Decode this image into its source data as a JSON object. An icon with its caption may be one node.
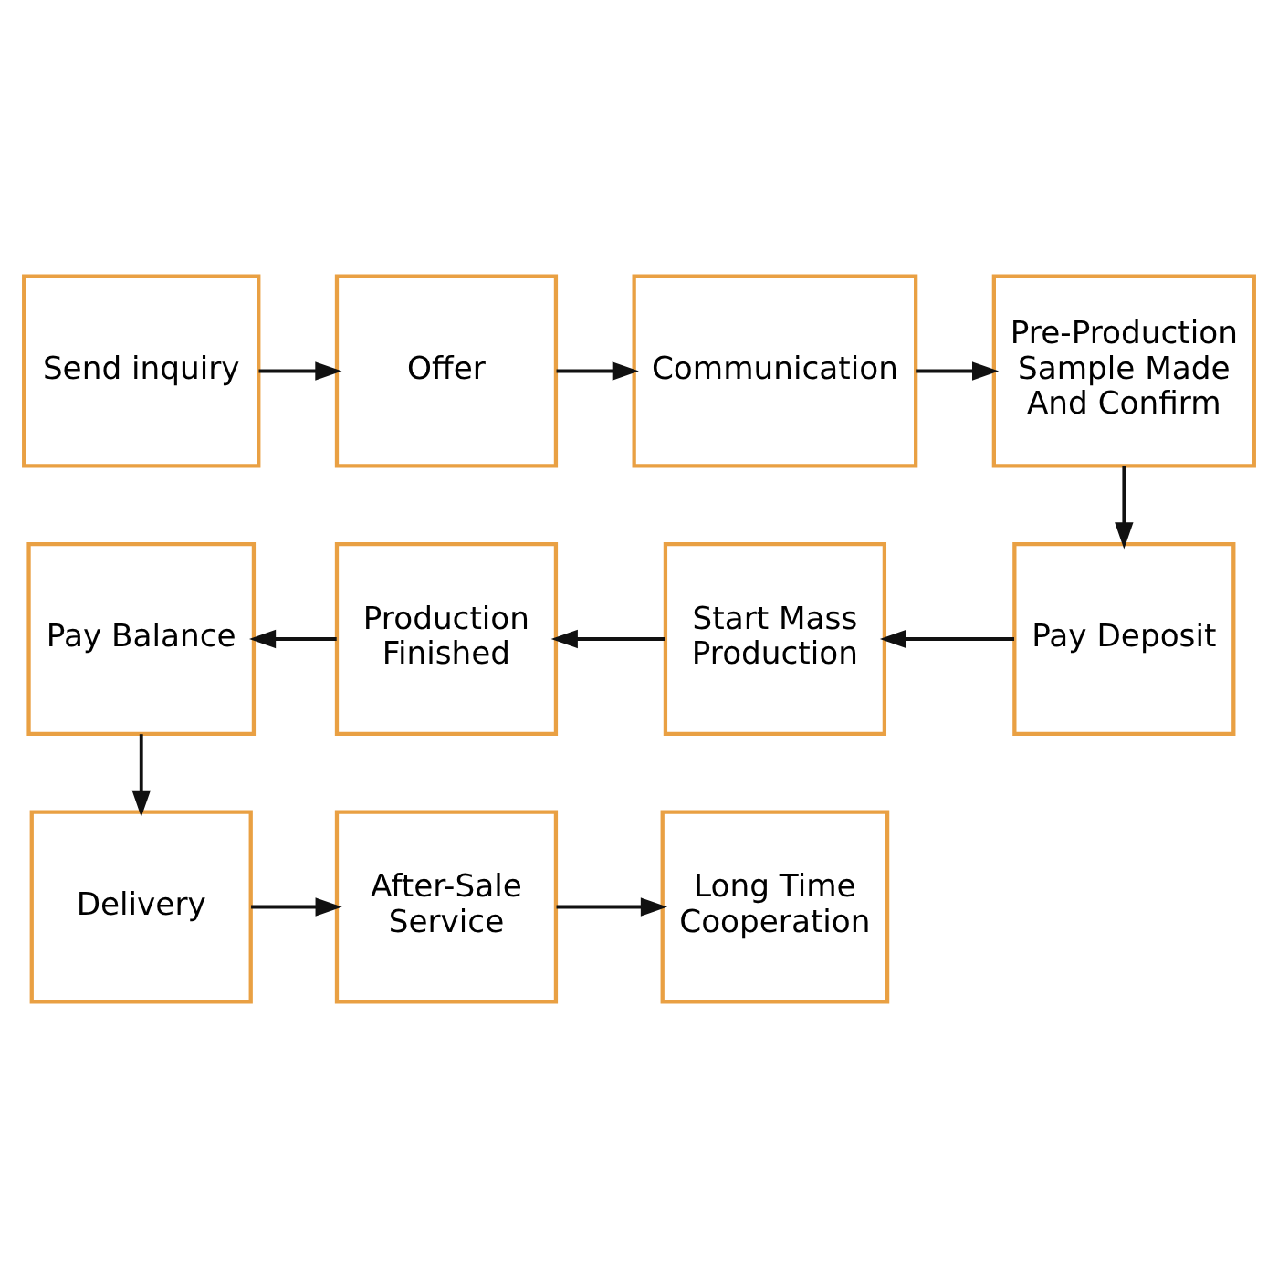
{
  "diagram": {
    "nodes": [
      {
        "text": [
          "Send inquiry"
        ]
      },
      {
        "text": [
          "Offer"
        ]
      },
      {
        "text": [
          "Communication"
        ]
      },
      {
        "text": [
          "Pre-Production Sample Made And Confirm"
        ]
      },
      {
        "text": [
          "Pay Deposit"
        ]
      },
      {
        "text": [
          "Start Mass Production"
        ]
      },
      {
        "text": [
          "Production Finished"
        ]
      },
      {
        "text": [
          "Pay Balance"
        ]
      },
      {
        "text": [
          "Delivery"
        ]
      },
      {
        "text": [
          "After-Sale Service"
        ]
      },
      {
        "text": [
          "Long Time Cooperation"
        ]
      }
    ],
    "edges": [
      {
        "from": 0,
        "to": 1,
        "arrow": "to"
      },
      {
        "from": 1,
        "to": 2,
        "arrow": "to"
      },
      {
        "from": 2,
        "to": 3,
        "arrow": "to"
      },
      {
        "from": 3,
        "to": 4,
        "arrow": "to"
      },
      {
        "from": 4,
        "to": 5,
        "arrow": "to"
      },
      {
        "from": 5,
        "to": 6,
        "arrow": "to"
      },
      {
        "from": 6,
        "to": 7,
        "arrow": "to"
      },
      {
        "from": 7,
        "to": 8,
        "arrow": "to"
      },
      {
        "from": 8,
        "to": 9,
        "arrow": "to"
      },
      {
        "from": 9,
        "to": 10,
        "arrow": "to"
      }
    ]
  }
}
